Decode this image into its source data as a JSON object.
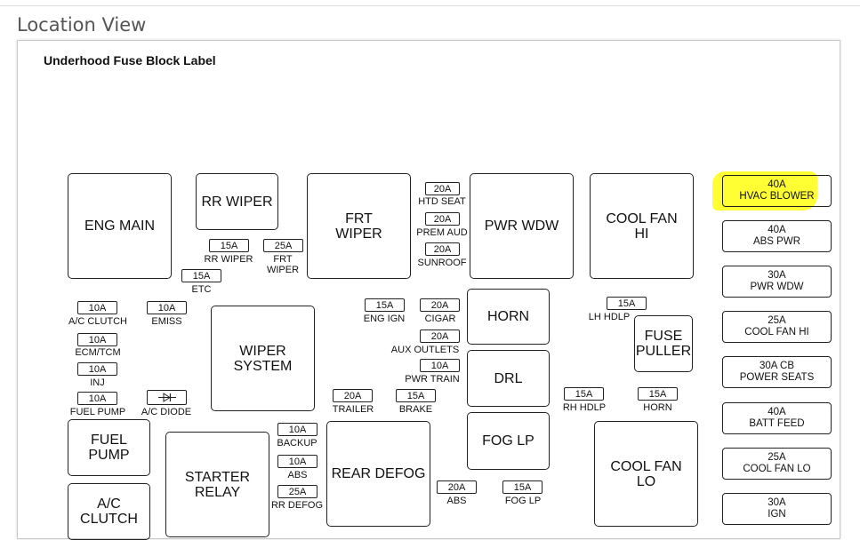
{
  "section_title": "Location View",
  "diagram_title": "Underhood Fuse Block Label",
  "colors": {
    "highlight": "#ffff33"
  },
  "blocks": {
    "eng_main": "ENG MAIN",
    "rr_wiper": "RR WIPER",
    "frt_wiper": "FRT\nWIPER",
    "pwr_wdw": "PWR WDW",
    "cool_fan_hi": "COOL FAN\nHI",
    "wiper_system": "WIPER\nSYSTEM",
    "horn": "HORN",
    "drl": "DRL",
    "fuse_puller": "FUSE\nPULLER",
    "fog_lp": "FOG LP",
    "fuel_pump": "FUEL\nPUMP",
    "starter_relay": "STARTER\nRELAY",
    "rear_defog": "REAR DEFOG",
    "cool_fan_lo": "COOL FAN\nLO",
    "ac_clutch": "A/C\nCLUTCH"
  },
  "fuses": {
    "htd_seat": {
      "amp": "20A",
      "label": "HTD SEAT"
    },
    "prem_aud": {
      "amp": "20A",
      "label": "PREM AUD"
    },
    "sunroof": {
      "amp": "20A",
      "label": "SUNROOF"
    },
    "rr_wiper": {
      "amp": "15A",
      "label": "RR WIPER"
    },
    "frt_wiper": {
      "amp": "25A",
      "label": "FRT\nWIPER"
    },
    "etc": {
      "amp": "15A",
      "label": "ETC"
    },
    "ac_clutch": {
      "amp": "10A",
      "label": "A/C CLUTCH"
    },
    "emiss": {
      "amp": "10A",
      "label": "EMISS"
    },
    "ecm_tcm": {
      "amp": "10A",
      "label": "ECM/TCM"
    },
    "inj": {
      "amp": "10A",
      "label": "INJ"
    },
    "fuel_pump": {
      "amp": "10A",
      "label": "FUEL PUMP"
    },
    "ac_diode": {
      "amp": "",
      "label": "A/C DIODE"
    },
    "eng_ign": {
      "amp": "15A",
      "label": "ENG IGN"
    },
    "cigar": {
      "amp": "20A",
      "label": "CIGAR"
    },
    "aux_outlets": {
      "amp": "20A",
      "label": "AUX OUTLETS"
    },
    "pwr_train": {
      "amp": "10A",
      "label": "PWR TRAIN"
    },
    "trailer": {
      "amp": "20A",
      "label": "TRAILER"
    },
    "brake": {
      "amp": "15A",
      "label": "BRAKE"
    },
    "lh_hdlp": {
      "amp": "15A",
      "label": "LH HDLP"
    },
    "rh_hdlp": {
      "amp": "15A",
      "label": "RH HDLP"
    },
    "horn": {
      "amp": "15A",
      "label": "HORN"
    },
    "backup": {
      "amp": "10A",
      "label": "BACKUP"
    },
    "abs_small": {
      "amp": "10A",
      "label": "ABS"
    },
    "rr_defog": {
      "amp": "25A",
      "label": "RR DEFOG"
    },
    "abs": {
      "amp": "20A",
      "label": "ABS"
    },
    "fog_lp": {
      "amp": "15A",
      "label": "FOG LP"
    }
  },
  "maxi_fuses": [
    {
      "amp": "40A",
      "label": "HVAC BLOWER"
    },
    {
      "amp": "40A",
      "label": "ABS PWR"
    },
    {
      "amp": "30A",
      "label": "PWR WDW"
    },
    {
      "amp": "25A",
      "label": "COOL FAN HI"
    },
    {
      "amp": "30A CB",
      "label": "POWER SEATS"
    },
    {
      "amp": "40A",
      "label": "BATT FEED"
    },
    {
      "amp": "25A",
      "label": "COOL FAN LO"
    },
    {
      "amp": "30A",
      "label": "IGN"
    }
  ]
}
